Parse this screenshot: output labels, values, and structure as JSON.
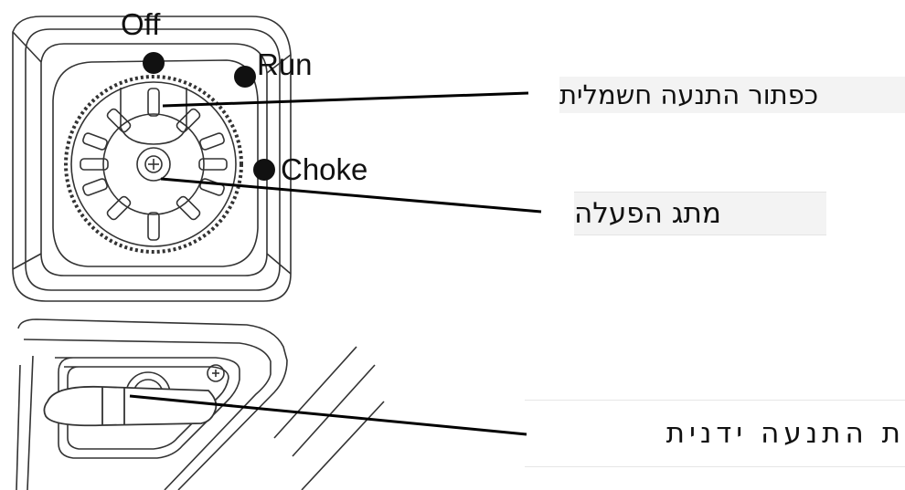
{
  "positions": {
    "off": "Off",
    "run": "Run",
    "choke": "Choke"
  },
  "callouts": {
    "electric_start_button": "כפתור התנעה חשמלית",
    "start_switch": "מתג הפעלה",
    "manual_start": "ת התנעה ידנית"
  }
}
